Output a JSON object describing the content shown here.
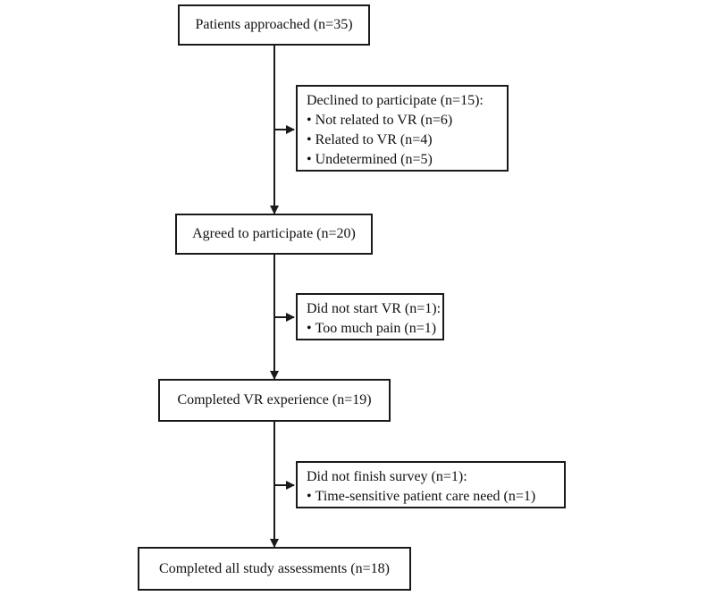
{
  "main_steps": [
    "Patients approached (n=35)",
    "Agreed to participate (n=20)",
    "Completed VR experience (n=19)",
    "Completed all study assessments (n=18)"
  ],
  "exclusions": [
    {
      "title": "Declined to participate (n=15):",
      "items": [
        "Not related to VR (n=6)",
        "Related to VR (n=4)",
        "Undetermined (n=5)"
      ]
    },
    {
      "title": "Did not start VR (n=1):",
      "items": [
        "Too much pain (n=1)"
      ]
    },
    {
      "title": "Did not finish survey (n=1):",
      "items": [
        "Time-sensitive patient care need (n=1)"
      ]
    }
  ]
}
